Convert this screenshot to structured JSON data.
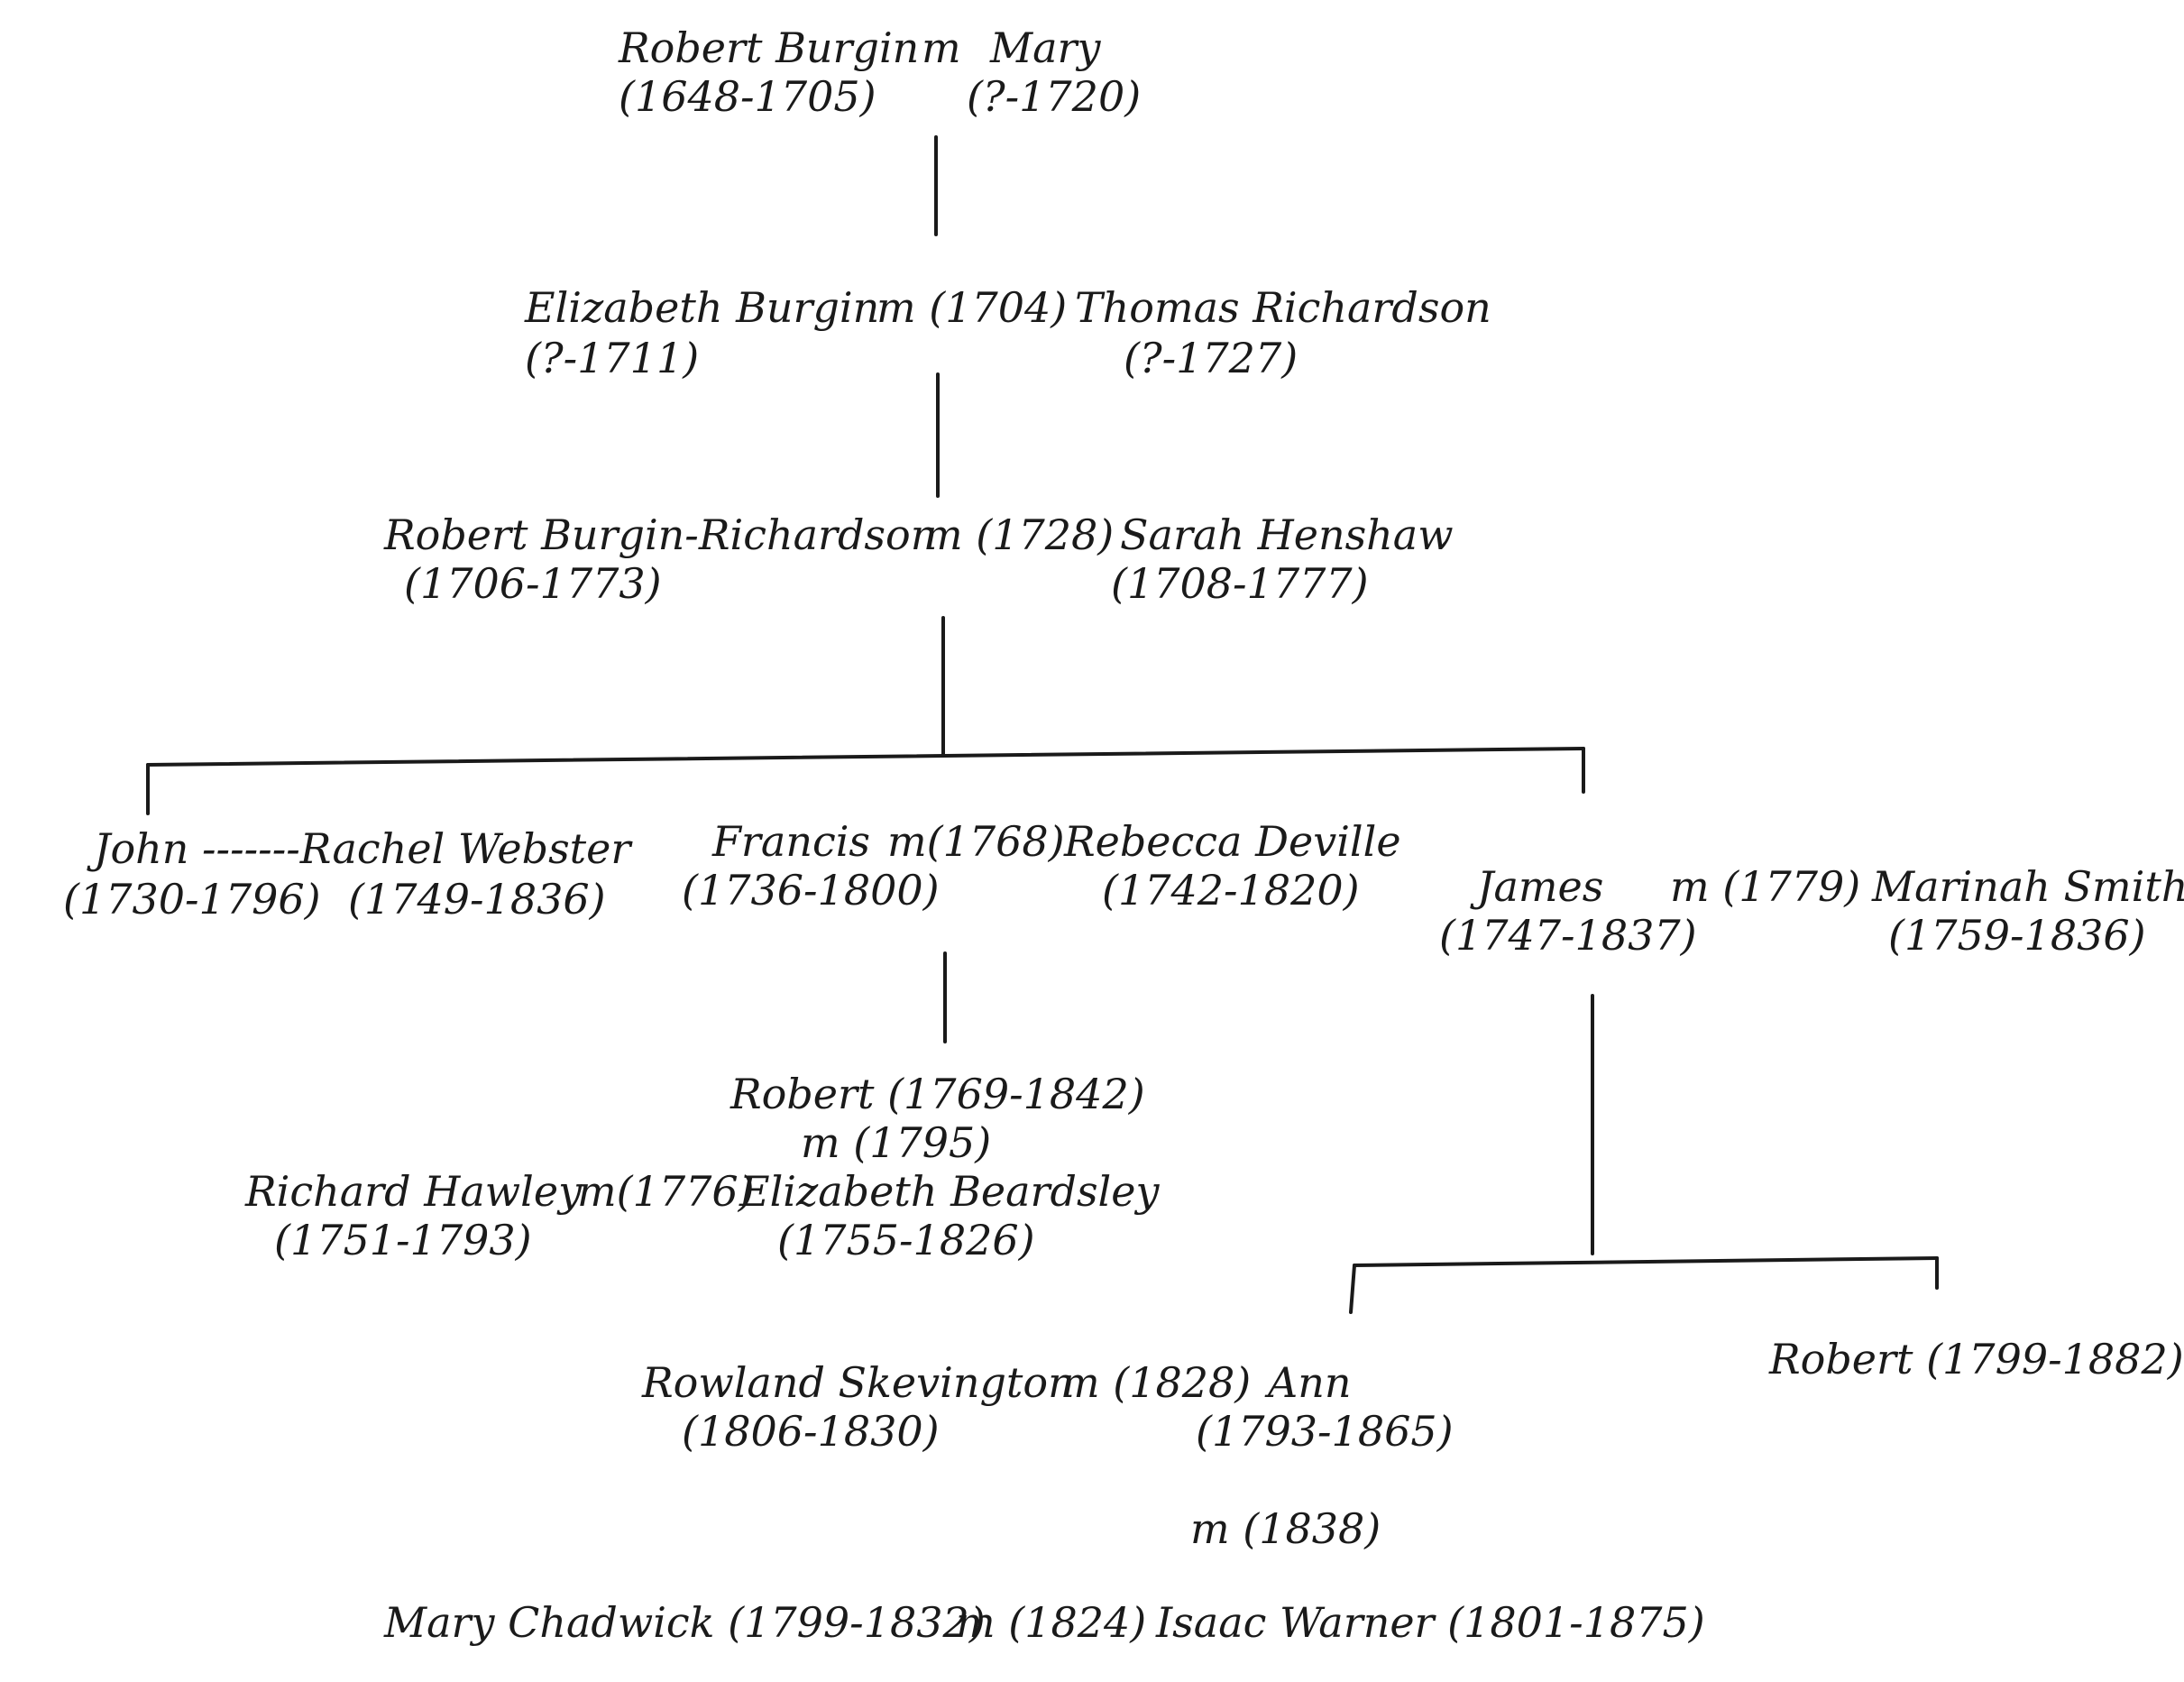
{
  "tree": {
    "gen1": {
      "robert_burgin": "Robert Burgin",
      "marriage": "m",
      "mary": "Mary",
      "robert_burgin_dates": "(1648-1705)",
      "mary_dates": "(?-1720)"
    },
    "gen2": {
      "elizabeth_burgin": "Elizabeth Burgin",
      "marriage": "m (1704)",
      "thomas_richardson": "Thomas Richardson",
      "elizabeth_burgin_dates": "(?-1711)",
      "thomas_richardson_dates": "(?-1727)"
    },
    "gen3": {
      "robert_burgin_richardson": "Robert Burgin-Richardson",
      "marriage": "m (1728)",
      "sarah_henshaw": "Sarah Henshaw",
      "robert_burgin_richardson_dates": "(1706-1773)",
      "sarah_henshaw_dates": "(1708-1777)"
    },
    "gen4": {
      "john_rachel": "John -------Rachel Webster",
      "john_dates": "(1730-1796)",
      "rachel_webster_dates": "(1749-1836)",
      "francis": "Francis",
      "francis_marriage": "m(1768)",
      "rebecca_deville": "Rebecca Deville",
      "francis_dates": "(1736-1800)",
      "rebecca_deville_dates": "(1742-1820)",
      "james": "James",
      "james_marriage": "m (1779)",
      "marinah_smith": "Marinah Smith",
      "james_dates": "(1747-1837)",
      "marinah_smith_dates": "(1759-1836)"
    },
    "gen5": {
      "robert_1769": "Robert (1769-1842)",
      "robert_marriage": "m (1795)",
      "richard_hawley": "Richard Hawley",
      "hawley_marriage": "m(1776)",
      "elizabeth_beardsley": "Elizabeth Beardsley",
      "richard_hawley_dates": "(1751-1793)",
      "elizabeth_beardsley_dates": "(1755-1826)",
      "robert_1799": "Robert (1799-1882)"
    },
    "gen6": {
      "rowland_skevington": "Rowland Skevington",
      "skevington_marriage": "m (1828)",
      "ann": "Ann",
      "rowland_skevington_dates": "(1806-1830)",
      "ann_dates": "(1793-1865)",
      "second_marriage": "m (1838)",
      "mary_chadwick": "Mary Chadwick (1799-1832)",
      "chadwick_marriage": "m (1824)",
      "isaac_warner": "Isaac Warner (1801-1875)"
    }
  }
}
